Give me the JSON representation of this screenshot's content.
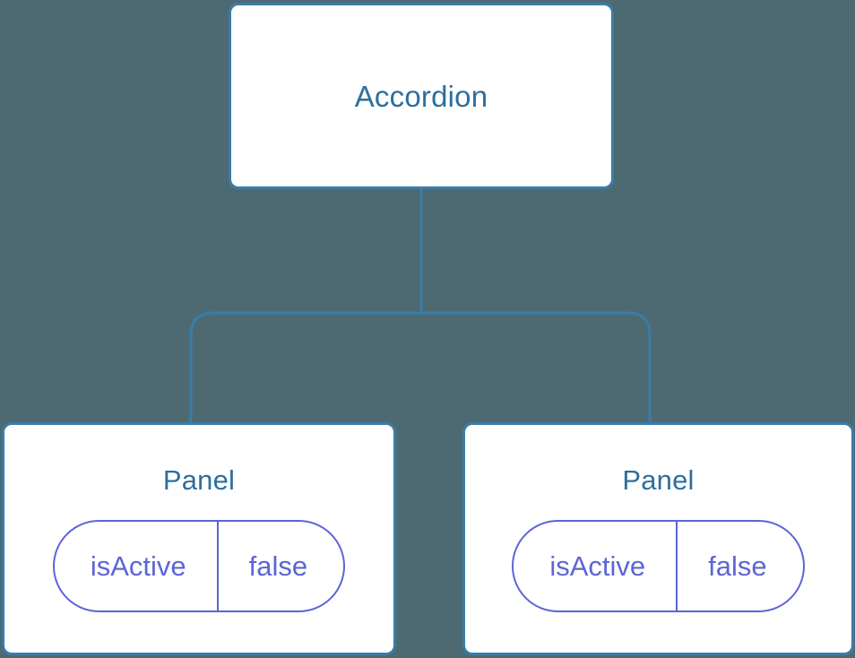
{
  "diagram": {
    "background_color": "#4d6a73",
    "node_border_color": "#3a7ca8",
    "node_fill_color": "#ffffff",
    "node_label_color": "#2e6f9e",
    "prop_accent_color": "#5c65d6",
    "connector_color": "#3a7ca8",
    "root": {
      "title": "Accordion"
    },
    "children": [
      {
        "title": "Panel",
        "prop": {
          "key": "isActive",
          "value": "false"
        }
      },
      {
        "title": "Panel",
        "prop": {
          "key": "isActive",
          "value": "false"
        }
      }
    ]
  }
}
